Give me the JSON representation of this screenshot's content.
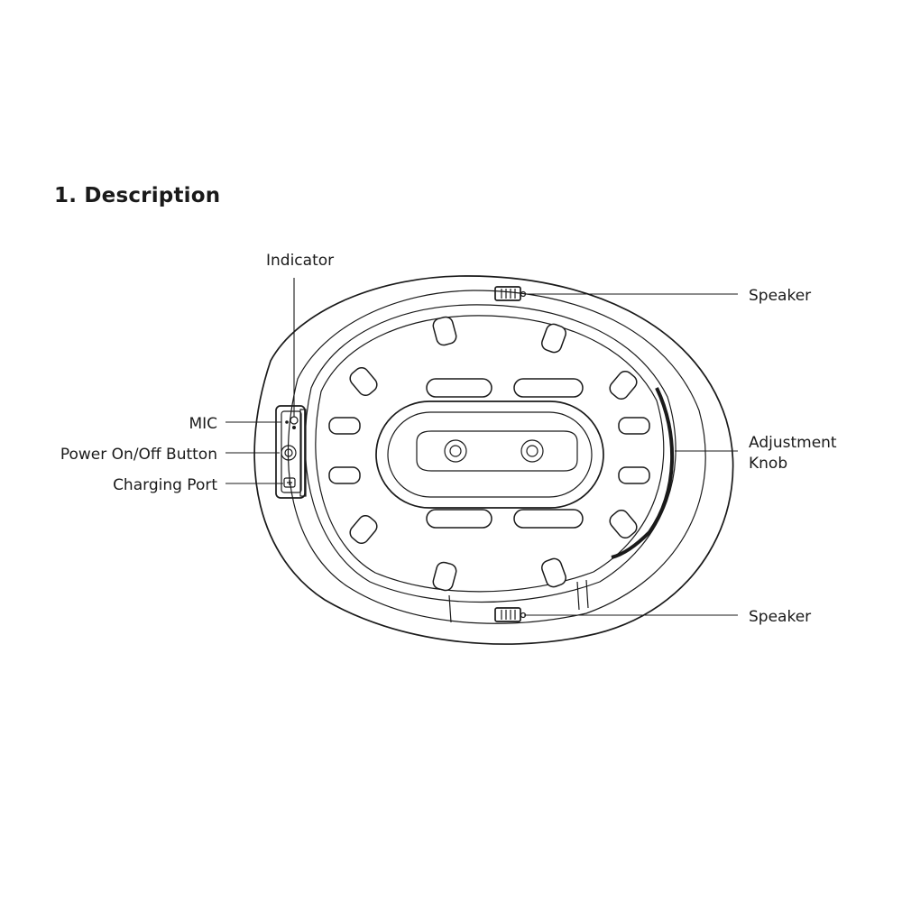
{
  "heading": "1. Description",
  "labels": {
    "indicator": "Indicator",
    "speaker_top": "Speaker",
    "mic": "MIC",
    "power_button": "Power On/Off Button",
    "charging_port": "Charging Port",
    "adjustment_knob_line1": "Adjustment",
    "adjustment_knob_line2": "Knob",
    "speaker_bottom": "Speaker"
  }
}
